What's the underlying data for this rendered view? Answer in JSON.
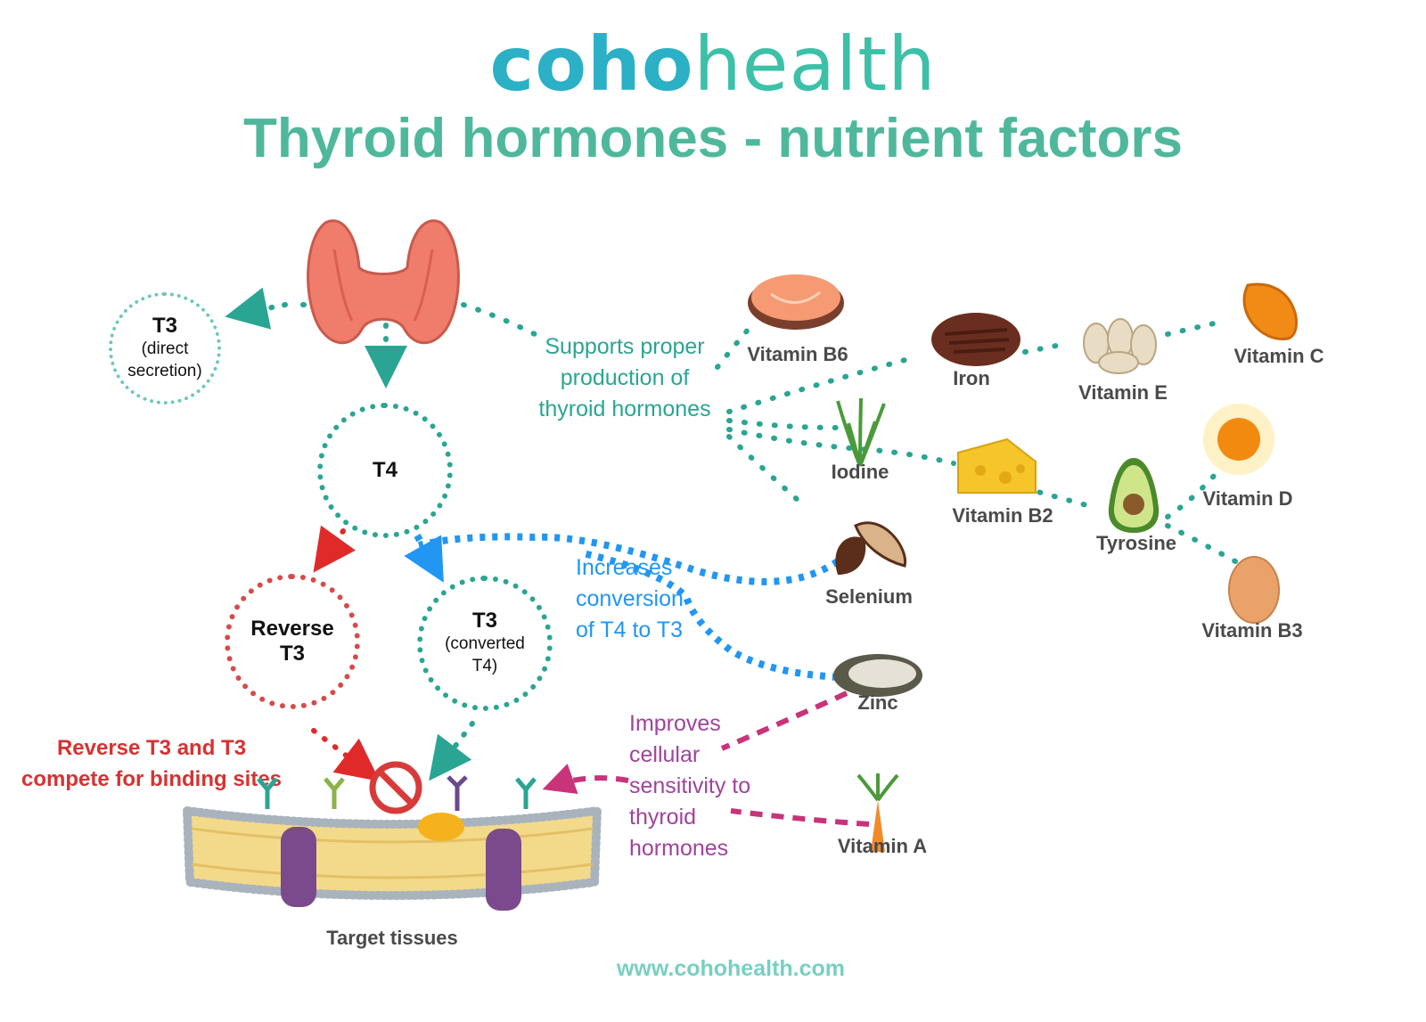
{
  "brand": {
    "part1": "coho",
    "part2": "health"
  },
  "title": "Thyroid hormones - nutrient factors",
  "hormones": {
    "t3_direct": {
      "title": "T3",
      "sub1": "(direct",
      "sub2": "secretion)"
    },
    "t4": {
      "title": "T4"
    },
    "reverse_t3": {
      "line1": "Reverse",
      "line2": "T3"
    },
    "t3_converted": {
      "title": "T3",
      "sub1": "(converted",
      "sub2": "T4)"
    }
  },
  "annotations": {
    "supports": [
      "Supports proper",
      "production of",
      "thyroid hormones"
    ],
    "increases": [
      "Increases",
      "conversion",
      "of T4 to T3"
    ],
    "improves": [
      "Improves",
      "cellular",
      "sensitivity to",
      "thyroid",
      "hormones"
    ],
    "compete": [
      "Reverse T3 and  T3",
      "compete for binding sites"
    ]
  },
  "nutrients": {
    "vitamin_b6": "Vitamin B6",
    "iron": "Iron",
    "vitamin_e": "Vitamin E",
    "vitamin_c": "Vitamin C",
    "iodine": "Iodine",
    "vitamin_b2": "Vitamin B2",
    "tyrosine": "Tyrosine",
    "vitamin_d": "Vitamin D",
    "selenium": "Selenium",
    "vitamin_b3": "Vitamin B3",
    "zinc": "Zinc",
    "vitamin_a": "Vitamin A"
  },
  "target_tissues": "Target tissues",
  "footer": "www.cohohealth.com",
  "colors": {
    "teal": "#2aa593",
    "red": "#d84a4a",
    "blue": "#2196f3",
    "purple": "#a0439c",
    "magenta": "#c8337a",
    "thyroid": "#f07c6c"
  }
}
